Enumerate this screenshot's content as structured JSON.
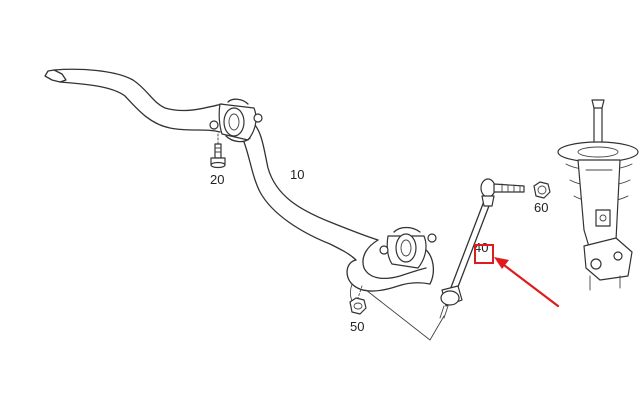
{
  "diagram": {
    "labels": {
      "stabilizer_bar": "10",
      "bolt": "20",
      "link": "40",
      "nut_lower": "50",
      "nut_upper": "60"
    }
  },
  "annotation": {
    "highlight_color": "#e01b1b"
  }
}
